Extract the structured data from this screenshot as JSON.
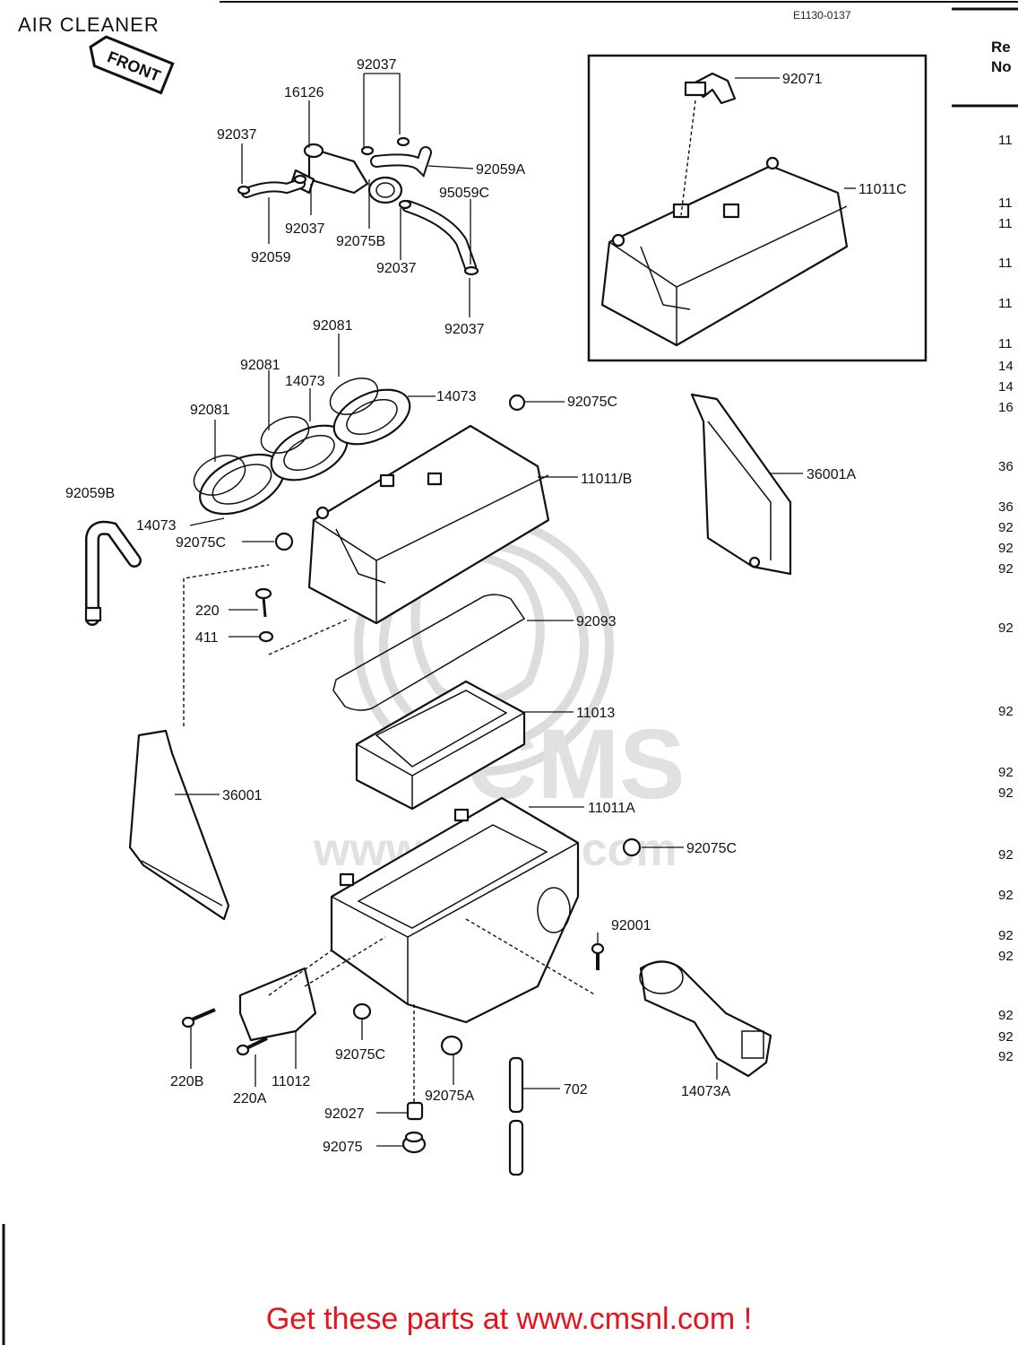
{
  "header": {
    "title": "AIR CLEANER",
    "diagram_code": "E1130-0137",
    "front_marker": "FRONT"
  },
  "side_table": {
    "header": "Re\nNo",
    "fragments": [
      "11",
      "11",
      "11",
      "11",
      "11",
      "11",
      "14",
      "14",
      "16",
      "36",
      "36",
      "92",
      "92",
      "92",
      "92",
      "92",
      "92",
      "92",
      "92",
      "92",
      "92",
      "92",
      "92",
      "92",
      "92"
    ]
  },
  "watermark": {
    "brand": "CMS",
    "site": "www.cmsnl.com"
  },
  "callouts": {
    "c92037_top": "92037",
    "c16126": "16126",
    "c92037_left": "92037",
    "c92059A": "92059A",
    "c95059C": "95059C",
    "c92037_mid": "92037",
    "c92075B": "92075B",
    "c92059": "92059",
    "c92037_right": "92037",
    "c92037_bottom": "92037",
    "c92071": "92071",
    "c11011C": "11011C",
    "c92081_top": "92081",
    "c92081_mid": "92081",
    "c14073_mid": "14073",
    "c14073_right": "14073",
    "c92081_left": "92081",
    "c92075C_top": "92075C",
    "c36001A": "36001A",
    "c92059B": "92059B",
    "c14073_left": "14073",
    "c92075C_left": "92075C",
    "c11011B": "11011/B",
    "c220": "220",
    "c411": "411",
    "c92093": "92093",
    "c11013": "11013",
    "c36001": "36001",
    "c11011A": "11011A",
    "c92075C_right": "92075C",
    "c92001": "92001",
    "c220B": "220B",
    "c220A": "220A",
    "c11012": "11012",
    "c92075C_bottom": "92075C",
    "c92075A": "92075A",
    "c702": "702",
    "c14073A": "14073A",
    "c92027": "92027",
    "c92075": "92075"
  },
  "footer": {
    "text": "Get these parts at www.cmsnl.com !",
    "color": "#e8131a"
  }
}
